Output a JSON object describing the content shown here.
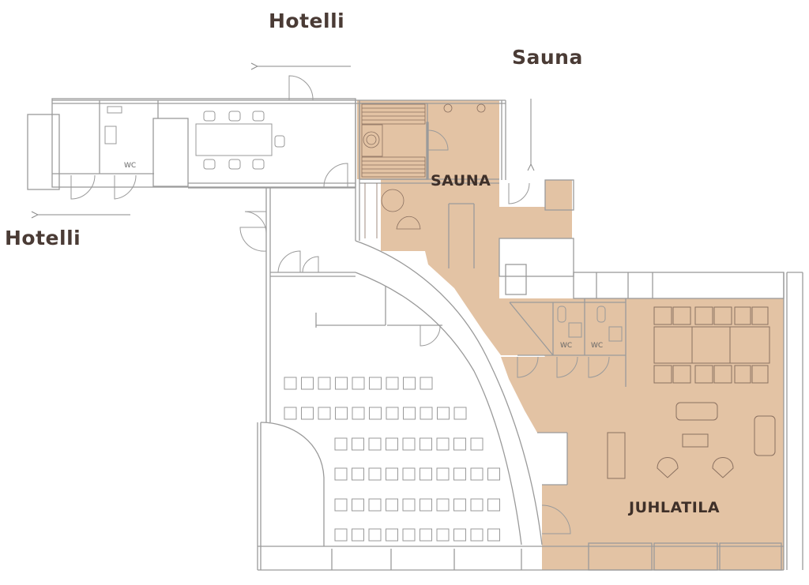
{
  "labels": {
    "hotelli_top": "Hotelli",
    "hotelli_left": "Hotelli",
    "sauna_arrow": "Sauna",
    "sauna_room": "SAUNA",
    "juhlatila_room": "JUHLATILA",
    "wc": "WC"
  },
  "colors": {
    "room_fill": "#e3c3a4",
    "wall": "#9a9a9a",
    "text": "#4a3b35"
  },
  "icons": {
    "arrows": [
      "arrow-left-icon",
      "arrow-down-icon"
    ]
  }
}
